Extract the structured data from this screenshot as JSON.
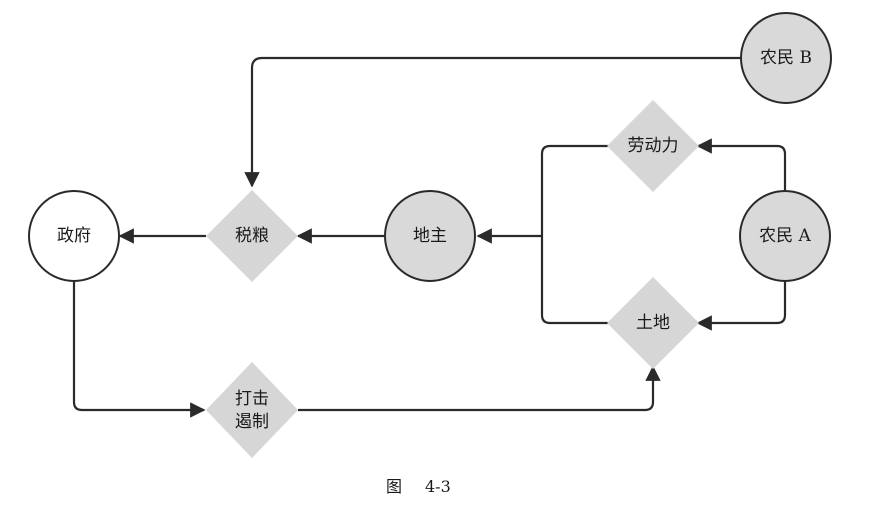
{
  "nodes": {
    "farmer_b": {
      "label": "农民 B",
      "kind": "actor",
      "fill": "#d9d9d9"
    },
    "farmer_a": {
      "label": "农民 A",
      "kind": "actor",
      "fill": "#d9d9d9"
    },
    "landlord": {
      "label": "地主",
      "kind": "actor",
      "fill": "#d9d9d9"
    },
    "government": {
      "label": "政府",
      "kind": "actor",
      "fill": "#ffffff"
    },
    "labor": {
      "label": "劳动力",
      "kind": "resource"
    },
    "land": {
      "label": "土地",
      "kind": "resource"
    },
    "tax_grain": {
      "label": "税粮",
      "kind": "resource"
    },
    "suppress": {
      "label_line1": "打击",
      "label_line2": "遏制",
      "kind": "resource"
    }
  },
  "edges": [
    {
      "from": "farmer_b",
      "to": "tax_grain"
    },
    {
      "from": "farmer_a",
      "to": "labor"
    },
    {
      "from": "farmer_a",
      "to": "land"
    },
    {
      "from": "labor",
      "to": "landlord"
    },
    {
      "from": "land",
      "to": "landlord"
    },
    {
      "from": "landlord",
      "to": "tax_grain"
    },
    {
      "from": "tax_grain",
      "to": "government"
    },
    {
      "from": "government",
      "to": "suppress"
    },
    {
      "from": "suppress",
      "to": "land"
    }
  ],
  "colors": {
    "actor_fill": "#d9d9d9",
    "government_fill": "#ffffff",
    "diamond_fill": "#d6d6d6",
    "stroke": "#2a2a2a"
  },
  "caption": {
    "prefix": "图",
    "number": "4-3"
  }
}
